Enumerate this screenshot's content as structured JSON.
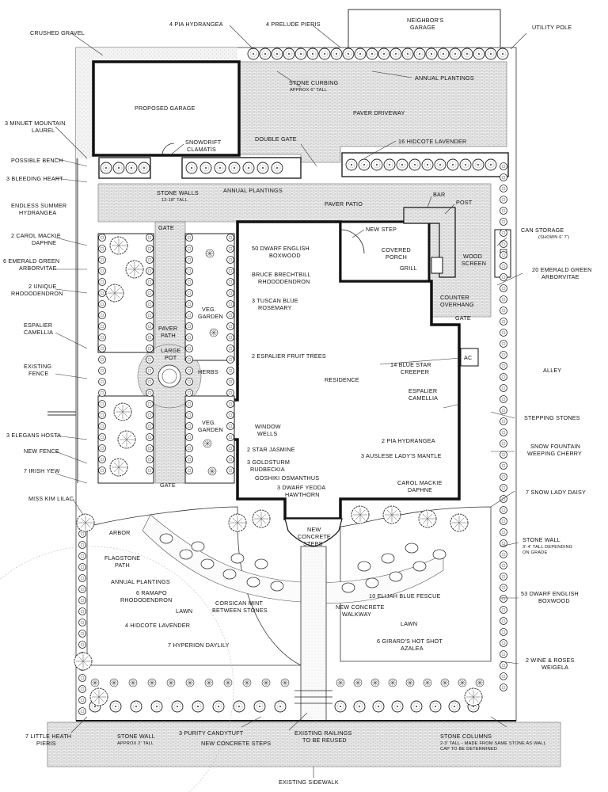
{
  "labels": {
    "crushed_gravel": "CRUSHED GRAVEL",
    "pia_hydrangea_top": "4 PIA HYDRANGEA",
    "prelude_pieris": "4 PRELUDE PIERIS",
    "neighbors_garage_1": "NEIGHBOR'S",
    "neighbors_garage_2": "GARAGE",
    "utility_pole": "UTILITY POLE",
    "stone_curbing_1": "STONE CURBING",
    "stone_curbing_2": "APPROX 6\" TALL",
    "annual_plantings_top": "ANNUAL PLANTINGS",
    "proposed_garage": "PROPOSED GARAGE",
    "paver_driveway": "PAVER DRIVEWAY",
    "minuet_laurel_1": "3 MINUET MOUNTAIN",
    "minuet_laurel_2": "LAUREL",
    "snowdrift_1": "SNOWDRIFT",
    "snowdrift_2": "CLAMATIS",
    "double_gate": "DOUBLE GATE",
    "hidcote_16": "16 HIDCOTE LAVENDER",
    "possible_bench": "POSSIBLE BENCH",
    "bleeding_heart": "3 BLEEDING HEART",
    "stone_walls_1": "STONE WALLS",
    "stone_walls_2": "12-18\" TALL",
    "annual_plantings_mid": "ANNUAL PLANTINGS",
    "bar": "BAR",
    "post": "POST",
    "endless_summer_1": "ENDLESS SUMMER",
    "endless_summer_2": "HYDRANGEA",
    "paver_patio": "PAVER PATIO",
    "gate_1": "GATE",
    "new_step": "NEW STEP",
    "can_storage": "CAN STORAGE",
    "can_storage_note": "(SHOWN 6' 7')",
    "carol_mackie_1": "2 CAROL MACKIE",
    "carol_mackie_2": "DAPHNE",
    "dwarf_boxwood_50_1": "50 DWARF ENGLISH",
    "dwarf_boxwood_50_2": "BOXWOOD",
    "covered_porch_1": "COVERED",
    "covered_porch_2": "PORCH",
    "wood_screen_1": "WOOD",
    "wood_screen_2": "SCREEN",
    "emerald_left_1": "6 EMERALD GREEN",
    "emerald_left_2": "ARBORVITAE",
    "grill": "GRILL",
    "emerald_right_1": "20 EMERALD GREEN",
    "emerald_right_2": "ARBORVITAE",
    "unique_rhodo_1": "2 UNIQUE",
    "unique_rhodo_2": "RHODODENDRON",
    "bruce_rhodo_1": "BRUCE BRECHTBILL",
    "bruce_rhodo_2": "RHODODENDRON",
    "tuscan_rosemary_1": "3 TUSCAN BLUE",
    "tuscan_rosemary_2": "ROSEMARY",
    "counter_overhang_1": "COUNTER",
    "counter_overhang_2": "OVERHANG",
    "veg_garden_1a": "VEG.",
    "veg_garden_1b": "GARDEN",
    "gate_2": "GATE",
    "espalier_camellia_left_1": "ESPALIER",
    "espalier_camellia_left_2": "CAMELLIA",
    "paver_path_1": "PAVER",
    "paver_path_2": "PATH",
    "large_pot_1": "LARGE",
    "large_pot_2": "POT",
    "espalier_fruit": "2 ESPALIER FRUIT TREES",
    "ac": "AC",
    "existing_fence_1": "EXISTING",
    "existing_fence_2": "FENCE",
    "herbs": "HERBS",
    "blue_star_1": "14 BLUE STAR",
    "blue_star_2": "CREEPER",
    "residence": "RESIDENCE",
    "alley": "ALLEY",
    "espalier_camellia_right_1": "ESPALIER",
    "espalier_camellia_right_2": "CAMELLIA",
    "veg_garden_2a": "VEG.",
    "veg_garden_2b": "GARDEN",
    "window_wells_1": "WINDOW",
    "window_wells_2": "WELLS",
    "stepping_stones": "STEPPING STONES",
    "elegans_hosta": "3 ELEGANS HOSTA",
    "pia_hydrangea_2": "2 PIA HYDRANGEA",
    "star_jasmine": "2 STAR JASMINE",
    "snow_fountain_1": "SNOW FOUNTAIN",
    "snow_fountain_2": "WEEPING CHERRY",
    "new_fence": "NEW FENCE",
    "auslese": "3 AUSLESE LADY'S MANTLE",
    "goldsturm_1": "3 GOLDSTURM",
    "goldsturm_2": "RUDBECKIA",
    "irish_yew": "7 IRISH YEW",
    "goshiki": "GOSHIKI OSMANTHUS",
    "gate_3": "GATE",
    "carol_mackie_b1": "CAROL MACKIE",
    "carol_mackie_b2": "DAPHNE",
    "snow_lady": "7 SNOW LADY DAISY",
    "miss_kim": "MISS KIM LILAC",
    "dwarf_yedda_1": "3 DWARF YEDDA",
    "dwarf_yedda_2": "HAWTHORN",
    "new_concrete_steps_top_1": "NEW",
    "new_concrete_steps_top_2": "CONCRETE",
    "new_concrete_steps_top_3": "STEPS",
    "arbor": "ARBOR",
    "stone_wall_right_1": "STONE WALL",
    "stone_wall_right_2": "3'-4' TALL DEPENDING",
    "stone_wall_right_3": "ON GRADE",
    "flagstone_1": "FLAGSTONE",
    "flagstone_2": "PATH",
    "annual_plantings_low": "ANNUAL PLANTINGS",
    "ramapo_1": "6 RAMAPO",
    "ramapo_2": "RHODODENDRON",
    "elijah_fescue": "10 ELIJAH BLUE FESCUE",
    "dwarf_boxwood_53_1": "53 DWARF ENGLISH",
    "dwarf_boxwood_53_2": "BOXWOOD",
    "lawn_left": "LAWN",
    "corsican_1": "CORSICAN MINT",
    "corsican_2": "BETWEEN STONES",
    "new_walkway_1": "NEW CONCRETE",
    "new_walkway_2": "WALKWAY",
    "hidcote_4": "4 HIDCOTE LAVENDER",
    "lawn_right": "LAWN",
    "hyperion": "7 HYPERION DAYLILY",
    "girard_1": "6 GIRARD'S HOT SHOT",
    "girard_2": "AZALEA",
    "wine_roses_1": "2 WINE & ROSES",
    "wine_roses_2": "WEIGELA",
    "little_heath_1": "7 LITTLE HEATH",
    "little_heath_2": "PIERIS",
    "stone_wall_low_1": "STONE WALL",
    "stone_wall_low_2": "APPROX 2' TALL",
    "purity": "3 PURITY CANDYTUFT",
    "existing_railings_1": "EXISTING RAILINGS",
    "existing_railings_2": "TO BE REUSED",
    "stone_columns_1": "STONE COLUMNS",
    "stone_columns_2": "2-3' TALL - MADE FROM SAME STONE AS WALL",
    "stone_columns_3": "CAP TO BE DETERMINED",
    "new_concrete_steps_low": "NEW CONCRETE STEPS",
    "existing_sidewalk": "EXISTING SIDEWALK"
  }
}
